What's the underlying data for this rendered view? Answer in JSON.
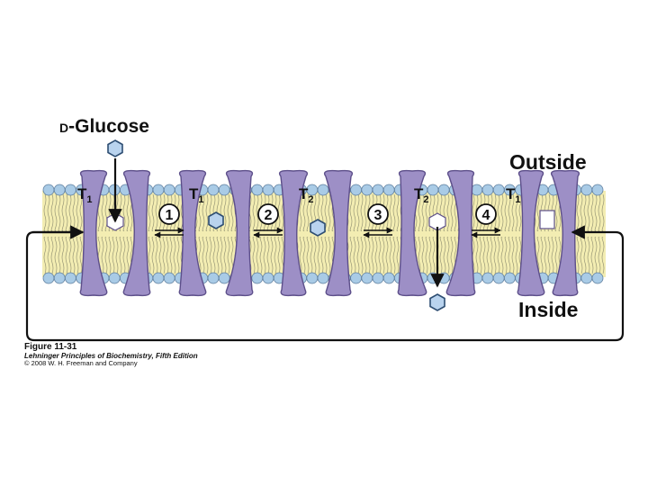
{
  "labels": {
    "substrate_prefix": "D",
    "substrate_name": "-Glucose",
    "outside": "Outside",
    "inside": "Inside"
  },
  "states": [
    {
      "main": "T",
      "sub": "1"
    },
    {
      "main": "T",
      "sub": "1"
    },
    {
      "main": "T",
      "sub": "2"
    },
    {
      "main": "T",
      "sub": "2"
    },
    {
      "main": "T",
      "sub": "1"
    }
  ],
  "steps": [
    "1",
    "2",
    "3",
    "4"
  ],
  "caption": {
    "figure": "Figure 11-31",
    "book": "Lehninger Principles of Biochemistry, Fifth Edition",
    "copyright": "© 2008 W. H. Freeman and Company"
  },
  "colors": {
    "membrane_fill": "#f3edb2",
    "lipid_head": "#a9cbe6",
    "transporter": "#9d8fc6",
    "glucose": "#b9d3ee",
    "arrow": "#111111"
  },
  "icons": {
    "glucose": "hexagon",
    "step_marker": "circled-number"
  }
}
